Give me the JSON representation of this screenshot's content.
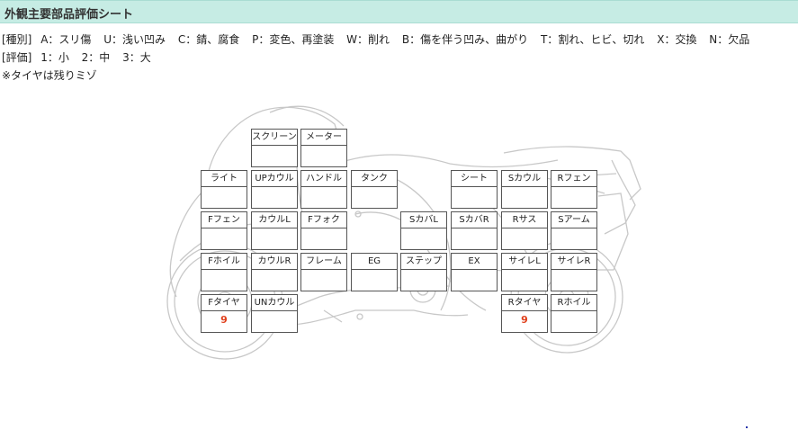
{
  "header": {
    "title": "外観主要部品評価シート"
  },
  "legend": {
    "kind_lead": "[種別]",
    "kinds": [
      "A：スリ傷",
      "U：浅い凹み",
      "C：錆、腐食",
      "P：変色、再塗装",
      "W：削れ",
      "B：傷を伴う凹み、曲がり",
      "T：割れ、ヒビ、切れ",
      "X：交換",
      "N：欠品"
    ],
    "rating_lead": "[評価]",
    "ratings": [
      "1：小",
      "2：中",
      "3：大"
    ],
    "note": "※タイヤは残りミゾ"
  },
  "parts": [
    {
      "label": "スクリーン",
      "value": ""
    },
    {
      "label": "メーター",
      "value": ""
    },
    {
      "label": "ライト",
      "value": ""
    },
    {
      "label": "UPカウル",
      "value": ""
    },
    {
      "label": "ハンドル",
      "value": ""
    },
    {
      "label": "タンク",
      "value": ""
    },
    {
      "label": "シート",
      "value": ""
    },
    {
      "label": "Sカウル",
      "value": ""
    },
    {
      "label": "Rフェン",
      "value": ""
    },
    {
      "label": "Fフェン",
      "value": ""
    },
    {
      "label": "カウルL",
      "value": ""
    },
    {
      "label": "Fフォク",
      "value": ""
    },
    {
      "label": "SカバL",
      "value": ""
    },
    {
      "label": "SカバR",
      "value": ""
    },
    {
      "label": "Rサス",
      "value": ""
    },
    {
      "label": "Sアーム",
      "value": ""
    },
    {
      "label": "Fホイル",
      "value": ""
    },
    {
      "label": "カウルR",
      "value": ""
    },
    {
      "label": "フレーム",
      "value": ""
    },
    {
      "label": "EG",
      "value": ""
    },
    {
      "label": "ステップ",
      "value": ""
    },
    {
      "label": "EX",
      "value": ""
    },
    {
      "label": "サイレL",
      "value": ""
    },
    {
      "label": "サイレR",
      "value": ""
    },
    {
      "label": "Fタイヤ",
      "value": "9"
    },
    {
      "label": "UNカウル",
      "value": ""
    },
    {
      "label": "Rタイヤ",
      "value": "9"
    },
    {
      "label": "Rホイル",
      "value": ""
    }
  ]
}
